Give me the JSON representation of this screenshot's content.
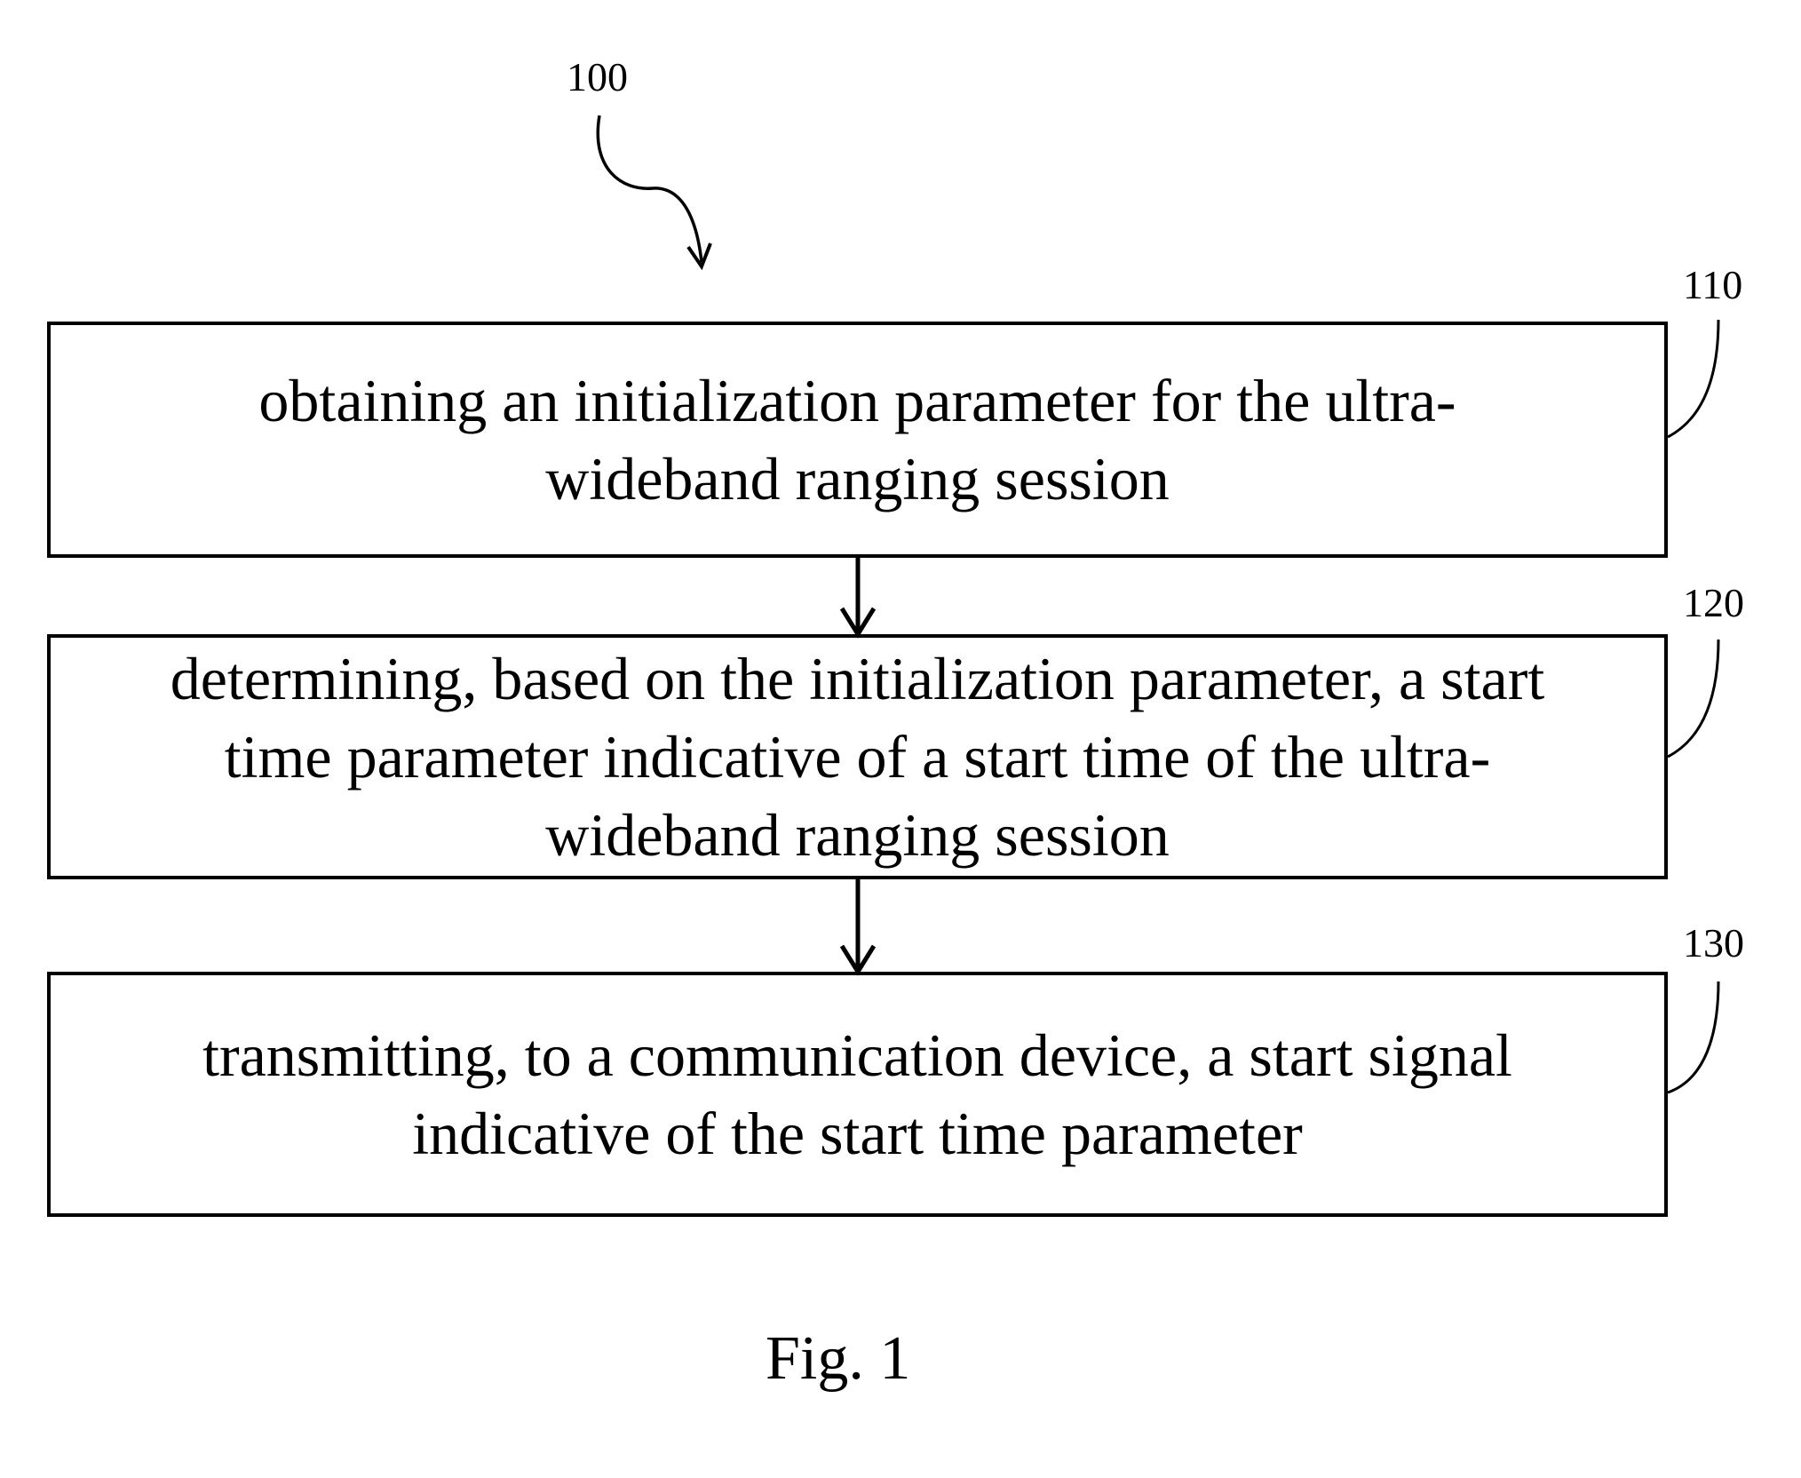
{
  "figure": {
    "caption": "Fig. 1",
    "method_ref": "100",
    "steps": [
      {
        "ref": "110",
        "text": "obtaining an initialization parameter for the ultra-\nwideband ranging session"
      },
      {
        "ref": "120",
        "text": "determining, based on the initialization parameter, a start\ntime parameter indicative of a start time of the ultra-\nwideband ranging session"
      },
      {
        "ref": "130",
        "text": "transmitting, to a communication device, a start signal\nindicative of the start time parameter"
      }
    ]
  }
}
